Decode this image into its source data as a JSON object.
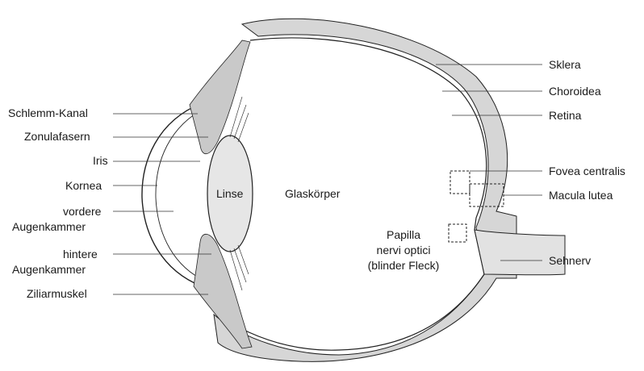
{
  "labels_left": {
    "schlemm": "Schlemm-Kanal",
    "zonula": "Zonulafasern",
    "iris": "Iris",
    "kornea": "Kornea",
    "vordere_1": "vordere",
    "vordere_2": "Augenkammer",
    "hintere_1": "hintere",
    "hintere_2": "Augenkammer",
    "ziliar": "Ziliarmuskel"
  },
  "labels_right": {
    "sklera": "Sklera",
    "choroidea": "Choroidea",
    "retina": "Retina",
    "fovea": "Fovea centralis",
    "macula": "Macula lutea",
    "sehnerv": "Sehnerv"
  },
  "labels_inner": {
    "linse": "Linse",
    "glaskoerper": "Glaskörper",
    "papilla_1": "Papilla",
    "papilla_2": "nervi optici",
    "papilla_3": "(blinder Fleck)"
  },
  "colors": {
    "line": "#222222",
    "tissue": "#cfcfcf",
    "tissue_dark": "#b5b5b5",
    "choroid": "#d9d9d9",
    "background": "#ffffff"
  }
}
